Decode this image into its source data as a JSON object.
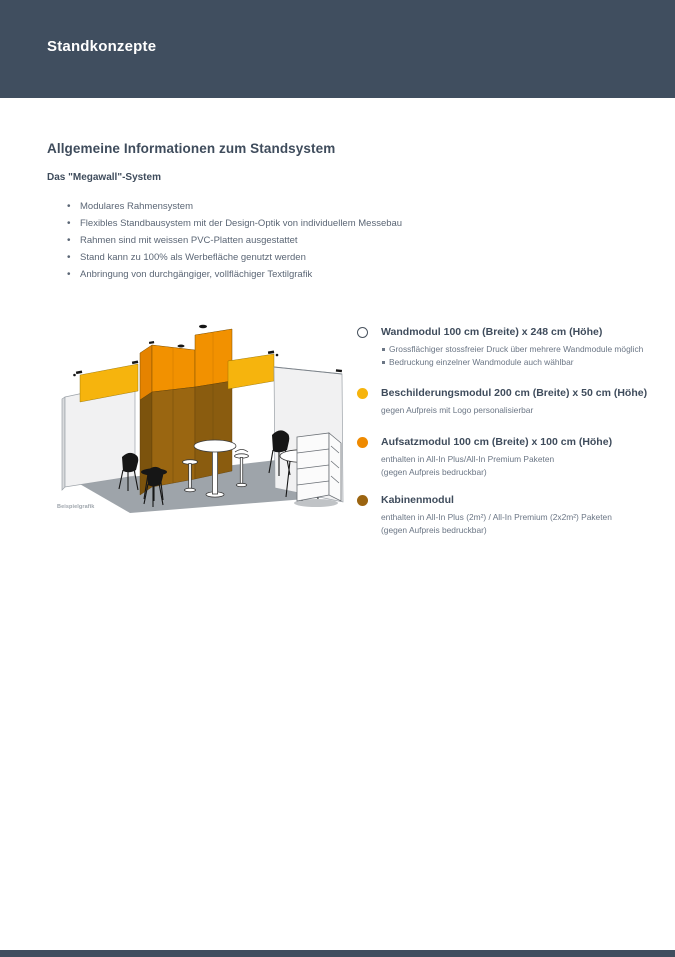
{
  "page": {
    "title": "Standkonzepte"
  },
  "section": {
    "heading": "Allgemeine Informationen zum Standsystem",
    "subheading": "Das \"Megawall\"-System",
    "bullets": [
      "Modulares Rahmensystem",
      "Flexibles Standbausystem mit der Design-Optik von individuellem Messebau",
      "Rahmen sind mit weissen PVC-Platten ausgestattet",
      "Stand kann zu 100% als Werbefläche genutzt werden",
      "Anbringung von durchgängiger, vollflächiger Textilgrafik"
    ]
  },
  "illustration": {
    "caption": "Beispielgrafik"
  },
  "legend": {
    "items": [
      {
        "marker": "white-circle-outline",
        "marker_color": "#FFFFFF",
        "title": "Wandmodul 100 cm (Breite) x 248 cm (Höhe)",
        "bullets": [
          "Grossflächiger stossfreier Druck über mehrere Wandmodule möglich",
          "Bedruckung einzelner Wandmodule auch wählbar"
        ]
      },
      {
        "marker": "yellow-circle",
        "marker_color": "#F6B40D",
        "title": "Beschilderungsmodul 200 cm (Breite) x 50 cm (Höhe)",
        "notes": [
          "gegen Aufpreis mit Logo personalisierbar"
        ]
      },
      {
        "marker": "orange-circle",
        "marker_color": "#EF8A00",
        "title": "Aufsatzmodul 100 cm (Breite) x 100 cm (Höhe)",
        "notes": [
          "enthalten in All-In Plus/All-In Premium Paketen",
          "(gegen Aufpreis bedruckbar)"
        ]
      },
      {
        "marker": "brown-circle",
        "marker_color": "#9B6410",
        "title": "Kabinenmodul",
        "notes": [
          "enthalten in All-In Plus (2m²) / All-In Premium (2x2m²) Paketen",
          "(gegen Aufpreis bedruckbar)"
        ]
      }
    ]
  },
  "colors": {
    "header_bg": "#404E5F",
    "heading_text": "#3F4C5C",
    "body_text": "#5B6675",
    "wall_yellow": "#F6B40D",
    "wall_orange": "#F08A00",
    "cabin_brown": "#9B6410",
    "floor_gray": "#9EA4AA"
  }
}
